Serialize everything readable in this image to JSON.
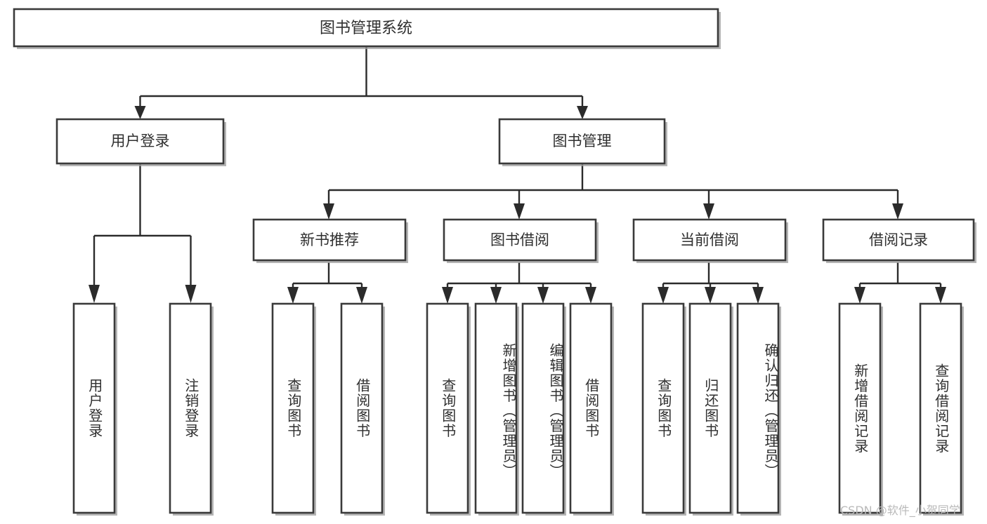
{
  "diagram": {
    "type": "tree-hierarchy",
    "title": "图书管理系统",
    "orientation": "top-down",
    "colors": {
      "box_stroke": "#3a3a3a",
      "box_fill": "#ffffff",
      "edge": "#2b2b2b",
      "text": "#2f2f2f",
      "background": "#ffffff",
      "watermark": "#b9b9b9"
    },
    "root": {
      "id": "root",
      "label": "图书管理系统"
    },
    "level2": [
      {
        "id": "user-login",
        "label": "用户登录"
      },
      {
        "id": "book-management",
        "label": "图书管理"
      }
    ],
    "level3": [
      {
        "id": "new-book-recommend",
        "label": "新书推荐",
        "parent": "book-management"
      },
      {
        "id": "book-borrow",
        "label": "图书借阅",
        "parent": "book-management"
      },
      {
        "id": "current-borrow",
        "label": "当前借阅",
        "parent": "book-management"
      },
      {
        "id": "borrow-record",
        "label": "借阅记录",
        "parent": "book-management"
      }
    ],
    "leaves": {
      "user-login": [
        {
          "id": "leaf-user-login",
          "label": "用户登录"
        },
        {
          "id": "leaf-user-logout",
          "label": "注销登录"
        }
      ],
      "new-book-recommend": [
        {
          "id": "leaf-query-book-1",
          "label": "查询图书"
        },
        {
          "id": "leaf-borrow-book-1",
          "label": "借阅图书"
        }
      ],
      "book-borrow": [
        {
          "id": "leaf-query-book-2",
          "label": "查询图书"
        },
        {
          "id": "leaf-add-book",
          "label": "新增图书（管理员）"
        },
        {
          "id": "leaf-edit-book",
          "label": "编辑图书（管理员）"
        },
        {
          "id": "leaf-borrow-book-2",
          "label": "借阅图书"
        }
      ],
      "current-borrow": [
        {
          "id": "leaf-query-book-3",
          "label": "查询图书"
        },
        {
          "id": "leaf-return-book",
          "label": "归还图书"
        },
        {
          "id": "leaf-confirm-return",
          "label": "确认归还（管理员）"
        }
      ],
      "borrow-record": [
        {
          "id": "leaf-add-record",
          "label": "新增借阅记录"
        },
        {
          "id": "leaf-query-record",
          "label": "查询借阅记录"
        }
      ]
    },
    "watermark": "CSDN @软件_小贺同学"
  }
}
